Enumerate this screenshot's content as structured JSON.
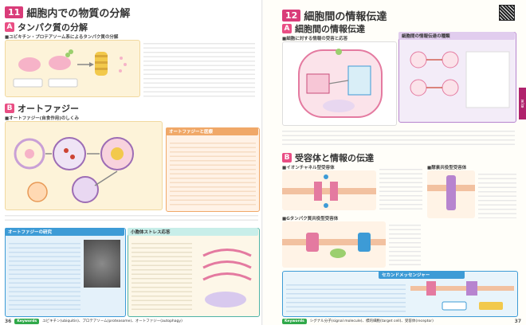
{
  "left": {
    "chapter": {
      "number": "11",
      "title": "細胞内での物質の分解"
    },
    "sectionA": {
      "letter": "A",
      "title": "タンパク質の分解",
      "sub": "■ユビキチン・プロテアソーム系によるタンパク質の分解"
    },
    "sectionB": {
      "letter": "B",
      "title": "オートファジー",
      "sub": "■オートファジー(自食作用)のしくみ"
    },
    "box_medical": {
      "title": "オートファジーと医療"
    },
    "box_research": {
      "title": "オートファジーの研究"
    },
    "box_er": {
      "title": "小胞体ストレス応答"
    },
    "keyword_bar": {
      "badge": "Keywords",
      "page": "36",
      "text": "ユビキチン(ubiquitin)、プロテアソーム(proteasome)、オートファジー(autophagy)"
    }
  },
  "right": {
    "chapter": {
      "number": "12",
      "title": "細胞間の情報伝達"
    },
    "sectionA": {
      "letter": "A",
      "title": "細胞間の情報伝達",
      "sub": "■細胞に対する情報の受容と応答"
    },
    "point_box": {
      "title": "細胞間の情報伝達の種類"
    },
    "sectionB": {
      "letter": "B",
      "title": "受容体と情報の伝達"
    },
    "ion_channel": {
      "title": "■イオンチャネル型受容体"
    },
    "enzyme": {
      "title": "■酵素共役型受容体"
    },
    "gprotein": {
      "title": "■Gタンパク質共役型受容体"
    },
    "second_messenger": {
      "title": "セカンドメッセンジャー"
    },
    "keyword_bar": {
      "badge": "Keywords",
      "page": "37",
      "text": "シグナル分子(signal molecule)、標的細胞(target cell)、受容体(receptor)"
    },
    "side_tab": "第1章"
  }
}
